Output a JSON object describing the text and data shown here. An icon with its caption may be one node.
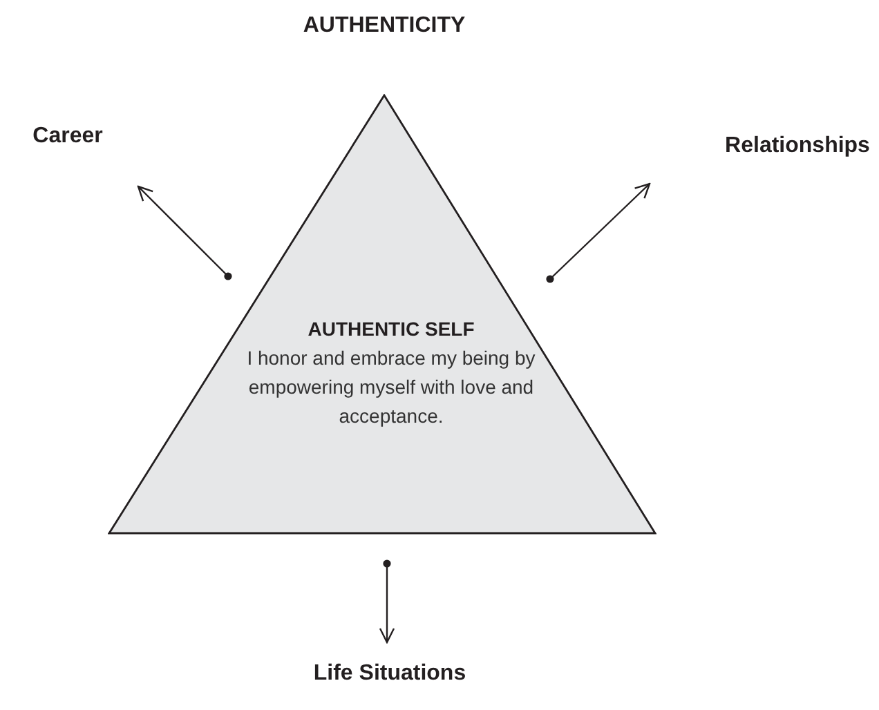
{
  "diagram": {
    "nodes": [
      {
        "text": [
          "AUTHENTICITY"
        ]
      },
      {
        "text": [
          "AUTHENTIC SELF",
          "I honor and embrace my being by empowering myself with love and acceptance."
        ]
      },
      {
        "text": [
          "Career"
        ]
      },
      {
        "text": [
          "Relationships"
        ]
      },
      {
        "text": [
          "Life Situations"
        ]
      }
    ],
    "edges": [
      {
        "from": 1,
        "to": 2,
        "arrow": "to"
      },
      {
        "from": 1,
        "to": 3,
        "arrow": "to"
      },
      {
        "from": 1,
        "to": 4,
        "arrow": "to"
      }
    ]
  }
}
